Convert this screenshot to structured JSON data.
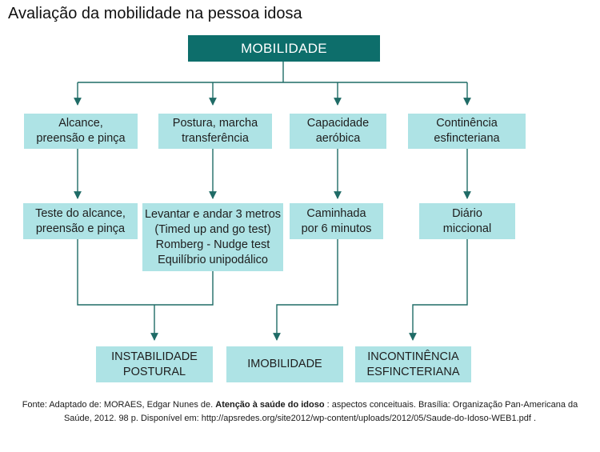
{
  "title": "Avaliação da mobilidade na pessoa idosa",
  "root": "MOBILIDADE",
  "branches": [
    {
      "category": "Alcance,\npreensão e pinça",
      "test": "Teste do alcance,\npreensão e pinça"
    },
    {
      "category": "Postura, marcha\ntransferência",
      "test": "Levantar e andar 3 metros\n(Timed up and go test)\nRomberg - Nudge test\nEquilíbrio unipodálico"
    },
    {
      "category": "Capacidade\naeróbica",
      "test": "Caminhada\npor 6 minutos"
    },
    {
      "category": "Continência\nesfincteriana",
      "test": "Diário\nmiccional"
    }
  ],
  "outcomes": [
    "INSTABILIDADE\nPOSTURAL",
    "IMOBILIDADE",
    "INCONTINÊNCIA\nESFINCTERIANA"
  ],
  "footer": {
    "prefix": "Fonte: Adaptado de: MORAES, Edgar Nunes de. ",
    "bold": "Atenção à saúde do idoso",
    "suffix": " : aspectos conceituais. Brasília: Organização Pan-Americana da Saúde, 2012. 98 p. Disponível em: http://apsredes.org/site2012/wp-content/uploads/2012/05/Saude-do-Idoso-WEB1.pdf ."
  },
  "colors": {
    "dark_box": "#0d6e6b",
    "light_box": "#aee3e5",
    "connector": "#1f6b66"
  }
}
